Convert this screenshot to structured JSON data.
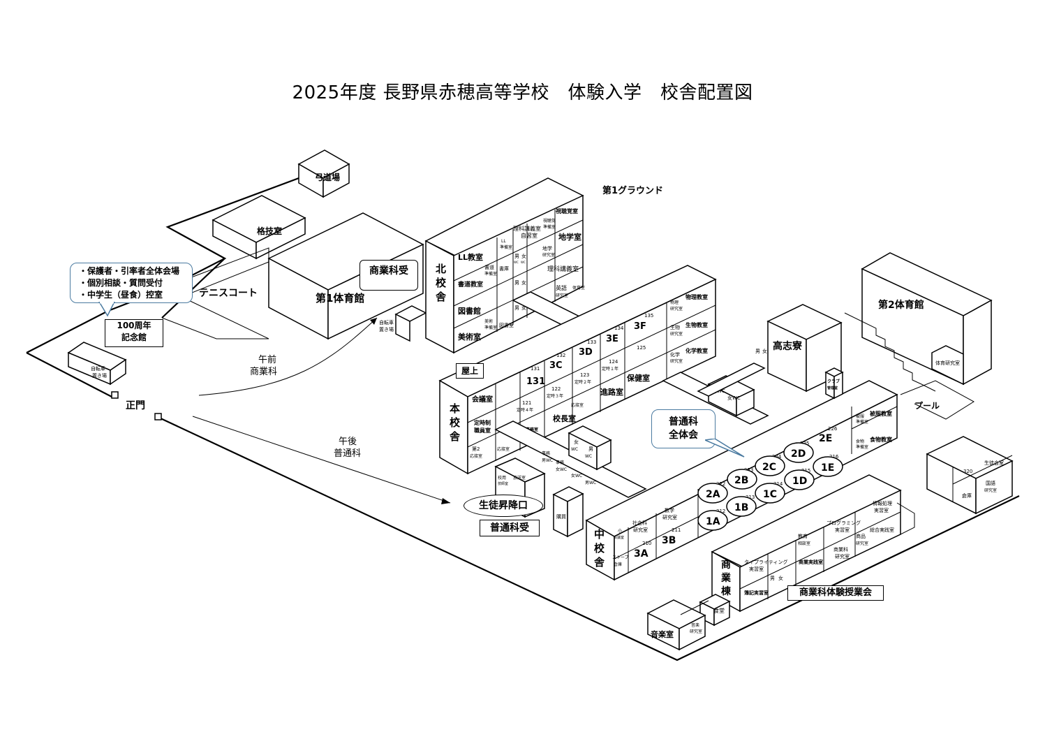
{
  "title": "2025年度 長野県赤穂高等学校　体験入学　校舎配置図",
  "callout_parents": [
    "・保護者・引率者全体会場",
    "・個別相談・質問受付",
    "・中学生（昼食）控室"
  ],
  "callout_futsuka": [
    "普通科",
    "全体会"
  ],
  "boxed": {
    "memorial": [
      "100周年",
      "記念館"
    ],
    "shogyo_uke": "商業科受",
    "futsu_uke": "普通科受",
    "okujo": "屋上",
    "shogyo_class": "商業科体験授業会"
  },
  "oval": {
    "student_dropoff": "生徒昇降口"
  },
  "routes": {
    "morning": [
      "午前",
      "商業科"
    ],
    "afternoon": [
      "午後",
      "普通科"
    ]
  },
  "labels": {
    "kyudojo": "弓道場",
    "kakugi": "格技室",
    "tennis": "テニスコート",
    "gym1": "第1体育館",
    "ground1": "第1グラウンド",
    "gym2": "第2体育館",
    "koshiryo": "高志寮",
    "pool": "プール",
    "seimon": "正門",
    "bike1": [
      "自転車",
      "置き場"
    ],
    "bike2": [
      "自転車",
      "置き場"
    ],
    "kita": [
      "北",
      "校",
      "舎"
    ],
    "hon": [
      "本",
      "校",
      "舎"
    ],
    "naka": [
      "中",
      "校",
      "舎"
    ],
    "shogyo_to": [
      "商",
      "業",
      "棟"
    ],
    "ongaku": "音楽室",
    "shokudo": "食堂",
    "ongaku_ken": [
      "音楽",
      "研究室"
    ],
    "club": [
      "クラブ",
      "管理室"
    ],
    "taiiku_ken": "体育研究室",
    "seikatsu": "生徒会室",
    "kokugo_ken": [
      "国語",
      "研究室"
    ],
    "soko": "倉庫",
    "room320": "320"
  },
  "rooms_north": {
    "ll": "LL教室",
    "shodo": "書道教室",
    "tosho": "図書館",
    "bijutsu": "美術室",
    "ll_jun": [
      "LL",
      "準備室"
    ],
    "shodo_jun": [
      "書道",
      "準備室"
    ],
    "shoko": "書庫",
    "bijutsu_jun": [
      "美術",
      "準備室"
    ],
    "sogo": "図書室",
    "rika_jishu": [
      "理科講義室",
      "自習室"
    ],
    "shichokaku": "視聴覚室",
    "shichokaku_jun": [
      "視聴覚",
      "準備室"
    ],
    "chigaku": "地学室",
    "chigaku_ken": [
      "地学",
      "研究室"
    ],
    "rika_kogi": "理科講義室",
    "eigo_ken": [
      "英語",
      "研究室"
    ],
    "taiiku_jun": "体育室",
    "danjo": [
      "男",
      "女"
    ],
    "wc": [
      "WC",
      "WC"
    ]
  },
  "rooms_center": {
    "r131": "131",
    "r131n": "131",
    "r3c": "3C",
    "r132": "132",
    "r3d": "3D",
    "r133": "133",
    "r3e": "3E",
    "r134": "134",
    "r3f": "3F",
    "r135": "135",
    "r125": "125",
    "r124": [
      "124",
      "定時１年"
    ],
    "r123": [
      "123",
      "定時２年"
    ],
    "r122": [
      "122",
      "定時３年"
    ],
    "r121": [
      "121",
      "定時４年"
    ],
    "jimu": "事務室",
    "shinro": "進路室",
    "hoken": "保健室",
    "kocho": "校長室",
    "oshu": "応接室",
    "butsuri_ken": [
      "物理",
      "研究室"
    ],
    "butsuri": "物理教室",
    "seibutsu_ken": [
      "生物",
      "研究室"
    ],
    "seibutsu": "生物教室",
    "kagaku_ken": [
      "化学",
      "研究室"
    ],
    "kagaku": "化学教室",
    "kaigi": "会議室",
    "teiji": [
      "定時制",
      "職員室"
    ],
    "dai2": [
      "第2",
      "応接室"
    ],
    "shinsei": "応接室",
    "jimu_wc": [
      "事務",
      "男WC"
    ],
    "jimu_wc2": [
      "事務",
      "女WC"
    ],
    "kozai": [
      "校用",
      "技師室"
    ],
    "hoshitsu": "放送室",
    "baiten": "購買",
    "wc_m": "男WC",
    "wc_f": "女WC",
    "wc_mf": [
      "女",
      "WC"
    ],
    "wc_m2": [
      "男",
      "WC"
    ]
  },
  "rooms_south": {
    "r2a": "2A",
    "r2b": "2B",
    "r2c": "2C",
    "r2d": "2D",
    "r2e": "2E",
    "r1a": "1A",
    "r1b": "1B",
    "r1c": "1C",
    "r1d": "1D",
    "r1e": "1E",
    "r222": "222",
    "r223": "223",
    "r224": "224",
    "r225": "225",
    "r226": "226",
    "r212": "212",
    "r213": "213",
    "r214": "214",
    "r215": "215",
    "r216": "216",
    "hifuku": "被服教室",
    "hifuku_jun": [
      "被服",
      "準備室"
    ],
    "shokumotsu": "食物教室",
    "shokumotsu_jun": [
      "食物",
      "準備室"
    ],
    "r3a": "3A",
    "r3b": "3B",
    "r210": "210",
    "r211": "211",
    "sugaku_ken": [
      "数学",
      "研究室"
    ],
    "shakai_ken": [
      "社会科",
      "研究室"
    ],
    "sho_kaigi": [
      "小",
      "会議室"
    ],
    "store_soko": [
      "ストーブ",
      "倉庫"
    ],
    "jouhou": [
      "情報処理",
      "実習室"
    ],
    "program": [
      "プログラミング",
      "実習室"
    ],
    "sogo_jissho": "総合実践室",
    "kyoiku_ken": [
      "教育",
      "相談室"
    ],
    "shohin": [
      "商品",
      "研究室"
    ],
    "shogyo_ken": [
      "商業科",
      "研究室"
    ],
    "typewriting": [
      "タイプライティング",
      "実習室"
    ],
    "shogyo_jimu": "商業実践室",
    "boki": "簿記実習室",
    "danjo2": [
      "男",
      "女"
    ]
  },
  "wc_building": {
    "male": "男WC",
    "female": "女WC",
    "danjo": [
      "男",
      "女"
    ]
  }
}
